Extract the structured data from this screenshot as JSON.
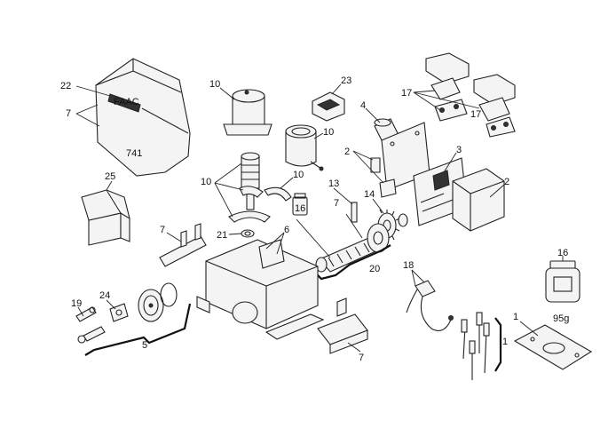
{
  "callouts": {
    "c22": "22",
    "c7_cover": "7",
    "c10_top": "10",
    "c23": "23",
    "c4": "4",
    "c17_a": "17",
    "c17_b": "17",
    "c2_left": "2",
    "c3": "3",
    "c2_right": "2",
    "c10_motor": "10",
    "c10_shaft": "10",
    "c10_small": "10",
    "c13": "13",
    "c14": "14",
    "c7_rod": "7",
    "c25": "25",
    "c7_bracket": "7",
    "c21": "21",
    "c6": "6",
    "c20": "20",
    "c18": "18",
    "c16_small": "16",
    "c16_jar": "16",
    "c19": "19",
    "c24": "24",
    "c5": "5",
    "c7_base": "7",
    "c1_wires": "1",
    "c1_plate": "1"
  },
  "logo_text": "FAAC",
  "cover_marking": "741",
  "grease_weight": "95g",
  "colors": {
    "line": "#222222",
    "background": "#ffffff",
    "fill": "#f4f4f4"
  }
}
